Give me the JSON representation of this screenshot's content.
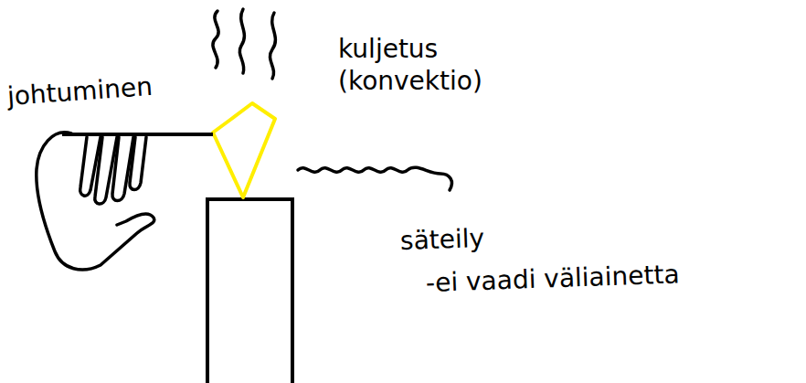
{
  "diagram": {
    "labels": [
      "johtuminen",
      "kuljetus (konvektio)",
      "säteily",
      "-ei vaadi väliainetta"
    ]
  }
}
